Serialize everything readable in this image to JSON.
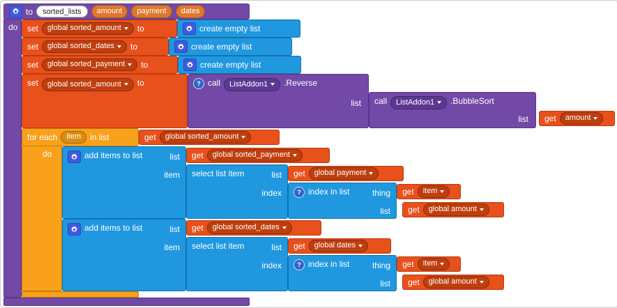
{
  "colors": {
    "procedure_purple": "#7249A7",
    "procedure_field_purple": "#5B3990",
    "variables_orange": "#E8501C",
    "variables_field_orange": "#BF3E0E",
    "lists_blue": "#2098E0",
    "control_gold": "#F9A11B",
    "control_field_gold": "#DB8C12",
    "param_chip_orange": "#E0772F",
    "mutator_icon_blue": "#3D5AE0",
    "help_icon_blue": "#2E63C8"
  },
  "icons": {
    "help": "?"
  },
  "procedure": {
    "keyword": "to",
    "name": "sorted_lists",
    "params": [
      "amount",
      "payment",
      "dates"
    ],
    "body_label": "do"
  },
  "create_empty_list_label": "create empty list",
  "set_blocks": [
    {
      "keyword": "set",
      "variable": "global sorted_amount",
      "to": "to"
    },
    {
      "keyword": "set",
      "variable": "global sorted_dates",
      "to": "to"
    },
    {
      "keyword": "set",
      "variable": "global sorted_payment",
      "to": "to"
    },
    {
      "keyword": "set",
      "variable": "global sorted_amount",
      "to": "to"
    }
  ],
  "reverse_call": {
    "keyword": "call",
    "component": "ListAddon1",
    "method": ".Reverse",
    "arg_label": "list"
  },
  "bubblesort_call": {
    "keyword": "call",
    "component": "ListAddon1",
    "method": ".BubbleSort",
    "arg_label": "list"
  },
  "get_amount_param": {
    "keyword": "get",
    "variable": "amount"
  },
  "foreach": {
    "label_start": "for each",
    "item_field": "item",
    "label_end": "in list",
    "body_label": "do",
    "list_value": {
      "keyword": "get",
      "variable": "global sorted_amount"
    }
  },
  "add_groups": [
    {
      "add_label": "add items to list",
      "list_label": "list",
      "item_label": "item",
      "list_value": {
        "keyword": "get",
        "variable": "global sorted_payment"
      },
      "select": {
        "label": "select list item",
        "list_label": "list",
        "index_label": "index",
        "list_value": {
          "keyword": "get",
          "variable": "global payment"
        },
        "index_block": {
          "label": "index in list",
          "thing_label": "thing",
          "list_label": "list",
          "thing_value": {
            "keyword": "get",
            "variable": "item"
          },
          "list_value": {
            "keyword": "get",
            "variable": "global amount"
          }
        }
      }
    },
    {
      "add_label": "add items to list",
      "list_label": "list",
      "item_label": "item",
      "list_value": {
        "keyword": "get",
        "variable": "global sorted_dates"
      },
      "select": {
        "label": "select list item",
        "list_label": "list",
        "index_label": "index",
        "list_value": {
          "keyword": "get",
          "variable": "global dates"
        },
        "index_block": {
          "label": "index in list",
          "thing_label": "thing",
          "list_label": "list",
          "thing_value": {
            "keyword": "get",
            "variable": "item"
          },
          "list_value": {
            "keyword": "get",
            "variable": "global amount"
          }
        }
      }
    }
  ]
}
